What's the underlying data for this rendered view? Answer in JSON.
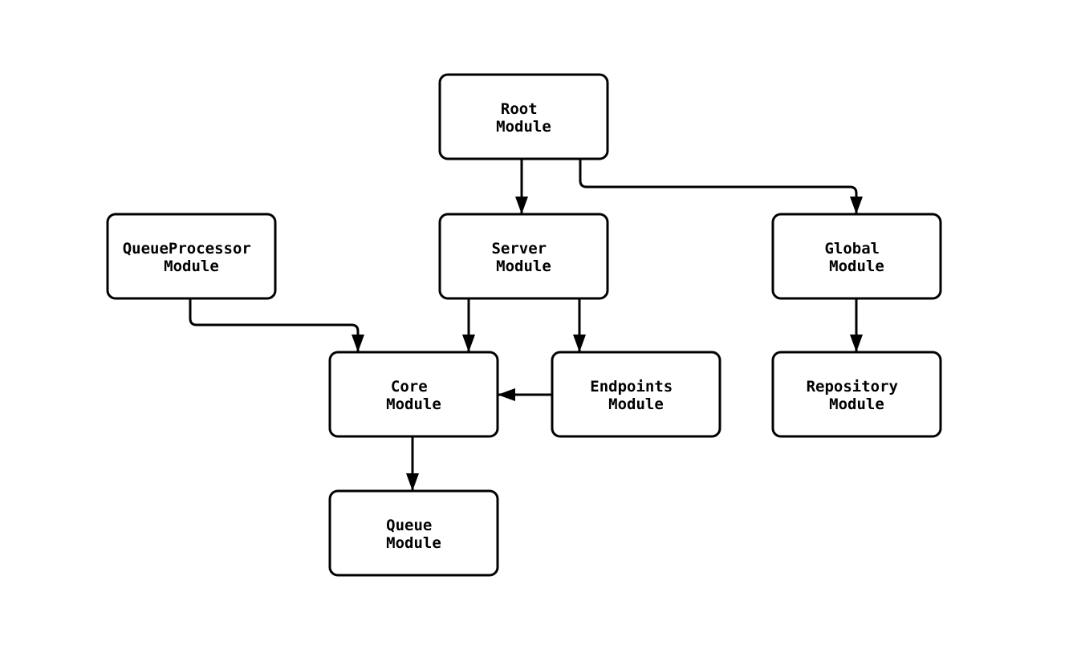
{
  "diagram": {
    "type": "flowchart",
    "direction": "top-down",
    "colors": {
      "background": "#ffffff",
      "node_fill": "#ffffff",
      "node_stroke": "#000000",
      "edge_stroke": "#000000",
      "text": "#000000"
    },
    "nodes": {
      "root": {
        "line1": "Root",
        "line2": "Module"
      },
      "queueprocessor": {
        "line1": "QueueProcessor",
        "line2": "Module"
      },
      "server": {
        "line1": "Server",
        "line2": "Module"
      },
      "global": {
        "line1": "Global",
        "line2": "Module"
      },
      "core": {
        "line1": "Core",
        "line2": "Module"
      },
      "endpoints": {
        "line1": "Endpoints",
        "line2": "Module"
      },
      "repository": {
        "line1": "Repository",
        "line2": "Module"
      },
      "queue": {
        "line1": "Queue",
        "line2": "Module"
      }
    },
    "edges": [
      {
        "from": "Root Module",
        "to": "Server Module"
      },
      {
        "from": "Root Module",
        "to": "Global Module"
      },
      {
        "from": "QueueProcessor Module",
        "to": "Core Module"
      },
      {
        "from": "Server Module",
        "to": "Core Module"
      },
      {
        "from": "Server Module",
        "to": "Endpoints Module"
      },
      {
        "from": "Endpoints Module",
        "to": "Core Module"
      },
      {
        "from": "Global Module",
        "to": "Repository Module"
      },
      {
        "from": "Core Module",
        "to": "Queue Module"
      }
    ]
  }
}
